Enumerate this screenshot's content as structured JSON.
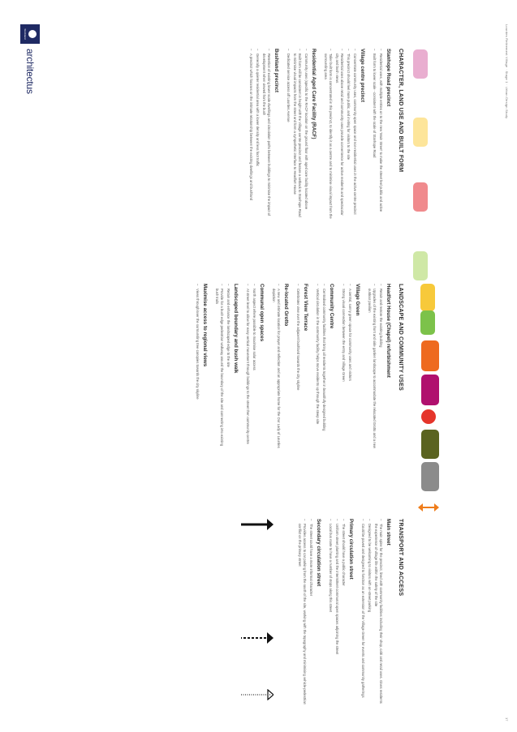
{
  "footer": "Lourdes Retirement Village · Stage 1 · Urban Design Study",
  "page_number": "17",
  "logo": {
    "brand": "architectus",
    "badge": "Stockland"
  },
  "colors": {
    "pink": "#e9aed0",
    "yellow_light": "#fde59a",
    "red": "#f08a8d",
    "green_light": "#cfe8a6",
    "yellow": "#f7c93a",
    "green": "#7cc24a",
    "orange": "#ee6a1f",
    "magenta": "#b0106e",
    "red_dot": "#e5352b",
    "olive": "#5a6320",
    "grey": "#8b8b8b",
    "orange_arrow": "#ef7d1b"
  },
  "character": {
    "heading": "CHARACTER, LAND USE AND BUILT FORM",
    "sections": [
      {
        "title": "Stanhope Road precinct",
        "items": [
          "Residential uses, with multiple entries on to the new 'Main Street' to make the street feel public and active",
          "Built form to lower scale - consistent with the scale of Stanhope Road"
        ]
      },
      {
        "title": "Village centre precinct",
        "items": [
          "Concentrate community uses, community open space and non-residential uses in the active centre precinct",
          "This precinct should feel more public, and inviting for visitors to the site",
          "Residential uses above retail and community uses provide convenience for active residents and spectacular city and bush views",
          "Taller built form is concentrated in this precinct, to identify it as a centre and to minimise visual impact from the surrounding area"
        ]
      },
      {
        "title": "Residential Aged Care Facility (RACF)",
        "items": [
          "Community uses (specific to the RACF location on the ground floor with aged care facility located above",
          "Built form will be consistent in height with the Village centre precinct and feature a setback to Stanhope Road to minimise visual impacts from the street and form a sympathetic interface to Headfort House",
          "Dedicated service access off Lourdes Avenue"
        ]
      },
      {
        "title": "Bushland precinct",
        "items": [
          "Retention of existing lower scale dwellings and circulation paths between buildings to minimise the impact of development when viewed from the bush",
          "Generally a quieter residential area with a lower density and less foot traffic",
          "A precinct which focuses on the intimate relationship between the existing dwellings and bushland"
        ]
      }
    ]
  },
  "landscape": {
    "heading": "LANDSCAPE AND COMMUNITY USES",
    "sections": [
      {
        "title": "Headfort House (Chapel) refurbishment",
        "items": [
          "Retain and restore the existing building",
          "Upgrades of the existing front and side garden landscape to accommodate the relocated Grotto and a new outdoor pavilion"
        ]
      },
      {
        "title": "Village Green",
        "items": [
          "A central, sunny green space for community uses and visitors",
          "Strong visual connection between the entry and Village Green"
        ]
      },
      {
        "title": "Community Centre",
        "items": [
          "Centralised community facilities that bring all residents together in beautifully designed building",
          "Vertical circulation in the community facility helps move residents up through the steep site"
        ]
      },
      {
        "title": "Forest View Terrace",
        "items": [
          "Celebrates view over the adjacent bushland towards the city skyline"
        ]
      },
      {
        "title": "Re-located Grotto",
        "items": [
          "A new and intimate location for prayer and reflection and an appropriate home for the Our Lady of Lourdes depiction"
        ]
      },
      {
        "title": "Communal open spaces",
        "items": [
          "North aspect where possible to maximise solar access",
          "At street level to allow for easy vertical movement through buildings to the street then community centre"
        ]
      },
      {
        "title": "Landscaped boundary and bush walk",
        "items": [
          "Retain and enhance the landscaped edge to the site",
          "Provide for a bush edge pedestrian walkway around the boundary of the site and connecting into existing bush trails"
        ]
      },
      {
        "title": "Maximise access to regional views",
        "items": [
          "Views through/over the surrounding tree canopies towards the city skyline"
        ]
      }
    ]
  },
  "transport": {
    "heading": "TRANSPORT AND ACCESS",
    "sections": [
      {
        "title": "Main street",
        "items": [
          "The main spine for the precinct, lined with community facilities including their shop, café and retail uses. Gives residents the experience of village life within the safety of the site",
          "Designed to be welcoming to visitors with on-street parking",
          "Could be paved and designed to function as an extension of the Village Green for events and community gatherings"
        ]
      },
      {
        "title": "Primary circulation street",
        "items": [
          "The street should have a public character",
          "Uniform street planting and the intermittent communal open spaces adjoining the street",
          "Local bus route to have a number of stops along this street"
        ]
      },
      {
        "title": "Secondary circulation street",
        "items": [
          "The street could have a more informal character",
          "Provides access to car parking from the south of the site, working with the topography and minimising vehicle-pedestrian conflict on the primary street"
        ]
      }
    ]
  }
}
